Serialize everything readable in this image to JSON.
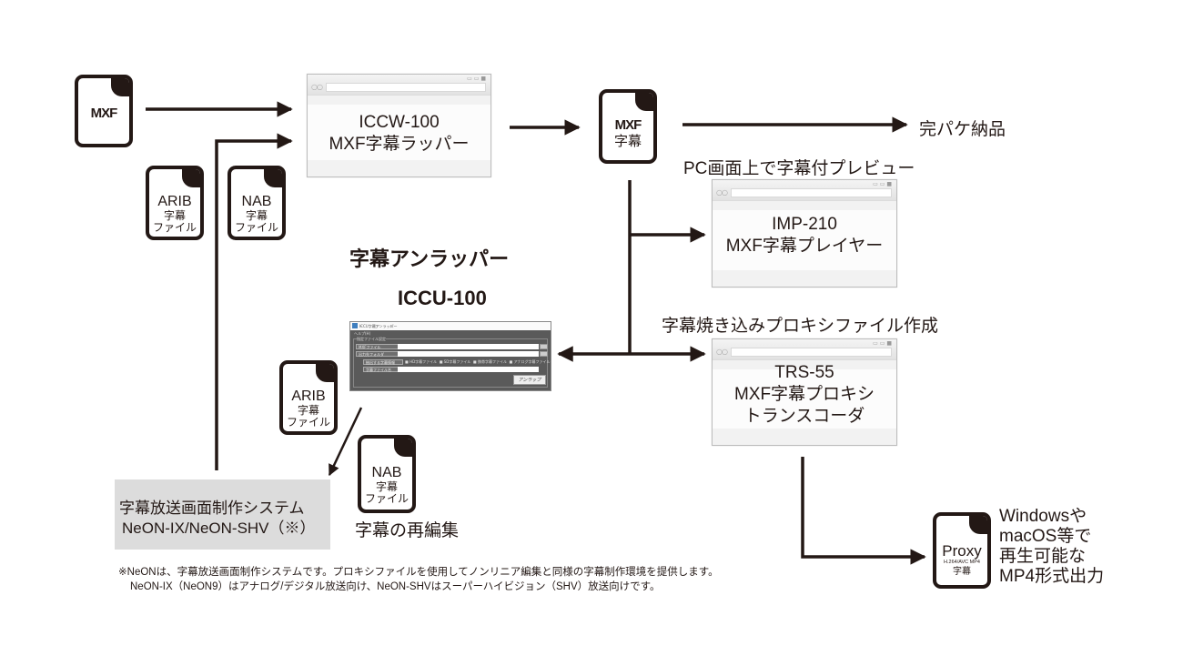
{
  "diagram": {
    "files": {
      "mxf_input": {
        "logo": "MXF"
      },
      "mxf_subtitle": {
        "logo": "MXF",
        "label": "字幕"
      },
      "arib_top": {
        "line1": "ARIB",
        "line2": "字幕",
        "line3": "ファイル"
      },
      "nab_top": {
        "line1": "NAB",
        "line2": "字幕",
        "line3": "ファイル"
      },
      "arib_bottom": {
        "line1": "ARIB",
        "line2": "字幕",
        "line3": "ファイル"
      },
      "nab_bottom": {
        "line1": "NAB",
        "line2": "字幕",
        "line3": "ファイル"
      },
      "proxy": {
        "line1": "Proxy",
        "line2": "H.264/AVC MP4",
        "line3": "字幕"
      }
    },
    "windows": {
      "iccw": {
        "line1": "ICCW-100",
        "line2": "MXF字幕ラッパー"
      },
      "imp": {
        "caption": "PC画面上で字幕付プレビュー",
        "line1": "IMP-210",
        "line2": "MXF字幕プレイヤー"
      },
      "trs": {
        "caption": "字幕焼き込みプロキシファイル作成",
        "line1": "TRS-55",
        "line2": "MXF字幕プロキシ",
        "line3": "トランスコーダ"
      }
    },
    "unwrapper": {
      "heading": "字幕アンラッパー",
      "model": "ICCU-100",
      "app": {
        "title": "ICCU字幕アンラッパー",
        "menu": "ヘルプ(H)",
        "group": "指定ファイル設定",
        "fields": [
          "MXFファイル",
          "出力先フォルダ",
          "抽出する字幕情報",
          "字幕ファイル名"
        ],
        "radios": [
          "HD字幕ファイル",
          "SD字幕ファイル",
          "携帯字幕ファイル",
          "アナログ字幕ファイル"
        ],
        "action_button": "アンラップ",
        "window_controls": "− ◻ ×"
      }
    },
    "labels": {
      "delivery": "完パケ納品",
      "reedit": "字幕の再編集",
      "proxy_output": [
        "Windowsや",
        "macOS等で",
        "再生可能な",
        "MP4形式出力"
      ]
    },
    "neon_box": {
      "line1": "字幕放送画面制作システム",
      "line2": "NeON-IX/NeON-SHV（※）"
    },
    "footnote": {
      "line1": "※NeONは、字幕放送画面制作システムです。プロキシファイルを使用してノンリニア編集と同様の字幕制作環境を提供します。",
      "line2": "NeON-IX（NeON9）はアナログ/デジタル放送向け、NeON-SHVはスーパーハイビジョン（SHV）放送向けです。"
    },
    "colors": {
      "ink": "#231815",
      "box_gray": "#dcdcdc",
      "app_dark": "#5a5a5a"
    }
  }
}
